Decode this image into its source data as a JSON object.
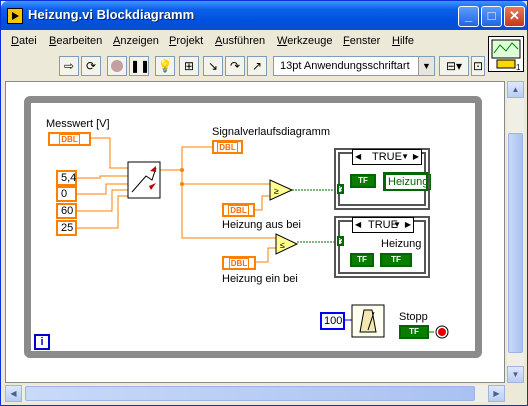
{
  "window": {
    "title": "Heizung.vi Blockdiagramm",
    "controls": {
      "minimize": "_",
      "maximize": "□",
      "close": "✕"
    }
  },
  "menu": [
    "Datei",
    "Bearbeiten",
    "Anzeigen",
    "Projekt",
    "Ausführen",
    "Werkzeuge",
    "Fenster",
    "Hilfe"
  ],
  "toolbar": {
    "font": "13pt Anwendungsschriftart",
    "icons": [
      "run-arrow-icon",
      "run-continuously-icon",
      "abort-icon",
      "pause-icon",
      "highlight-execution-icon",
      "retain-wire-values-icon",
      "step-into-icon",
      "step-over-icon",
      "step-out-icon",
      "align-icon"
    ]
  },
  "diagram": {
    "messwert_label": "Messwert [V]",
    "signal_label": "Signalverlaufsdiagramm",
    "dbl": "DBL",
    "constants": [
      "5,4",
      "0",
      "60",
      "25"
    ],
    "heizung_aus_label": "Heizung aus bei",
    "heizung_ein_label": "Heizung ein bei",
    "case1_selector": "TRUE",
    "case1_indicator": "Heizung",
    "case2_selector": "TRUE",
    "case2_label": "Heizung",
    "tf": "TF",
    "wait_constant": "100",
    "stopp_label": "Stopp",
    "info": "i"
  },
  "colors": {
    "dbl_orange": "#ff7f00",
    "bool_green": "#0a7d00",
    "int_blue": "#0000ff",
    "titlebar_blue": "#0050e0"
  }
}
